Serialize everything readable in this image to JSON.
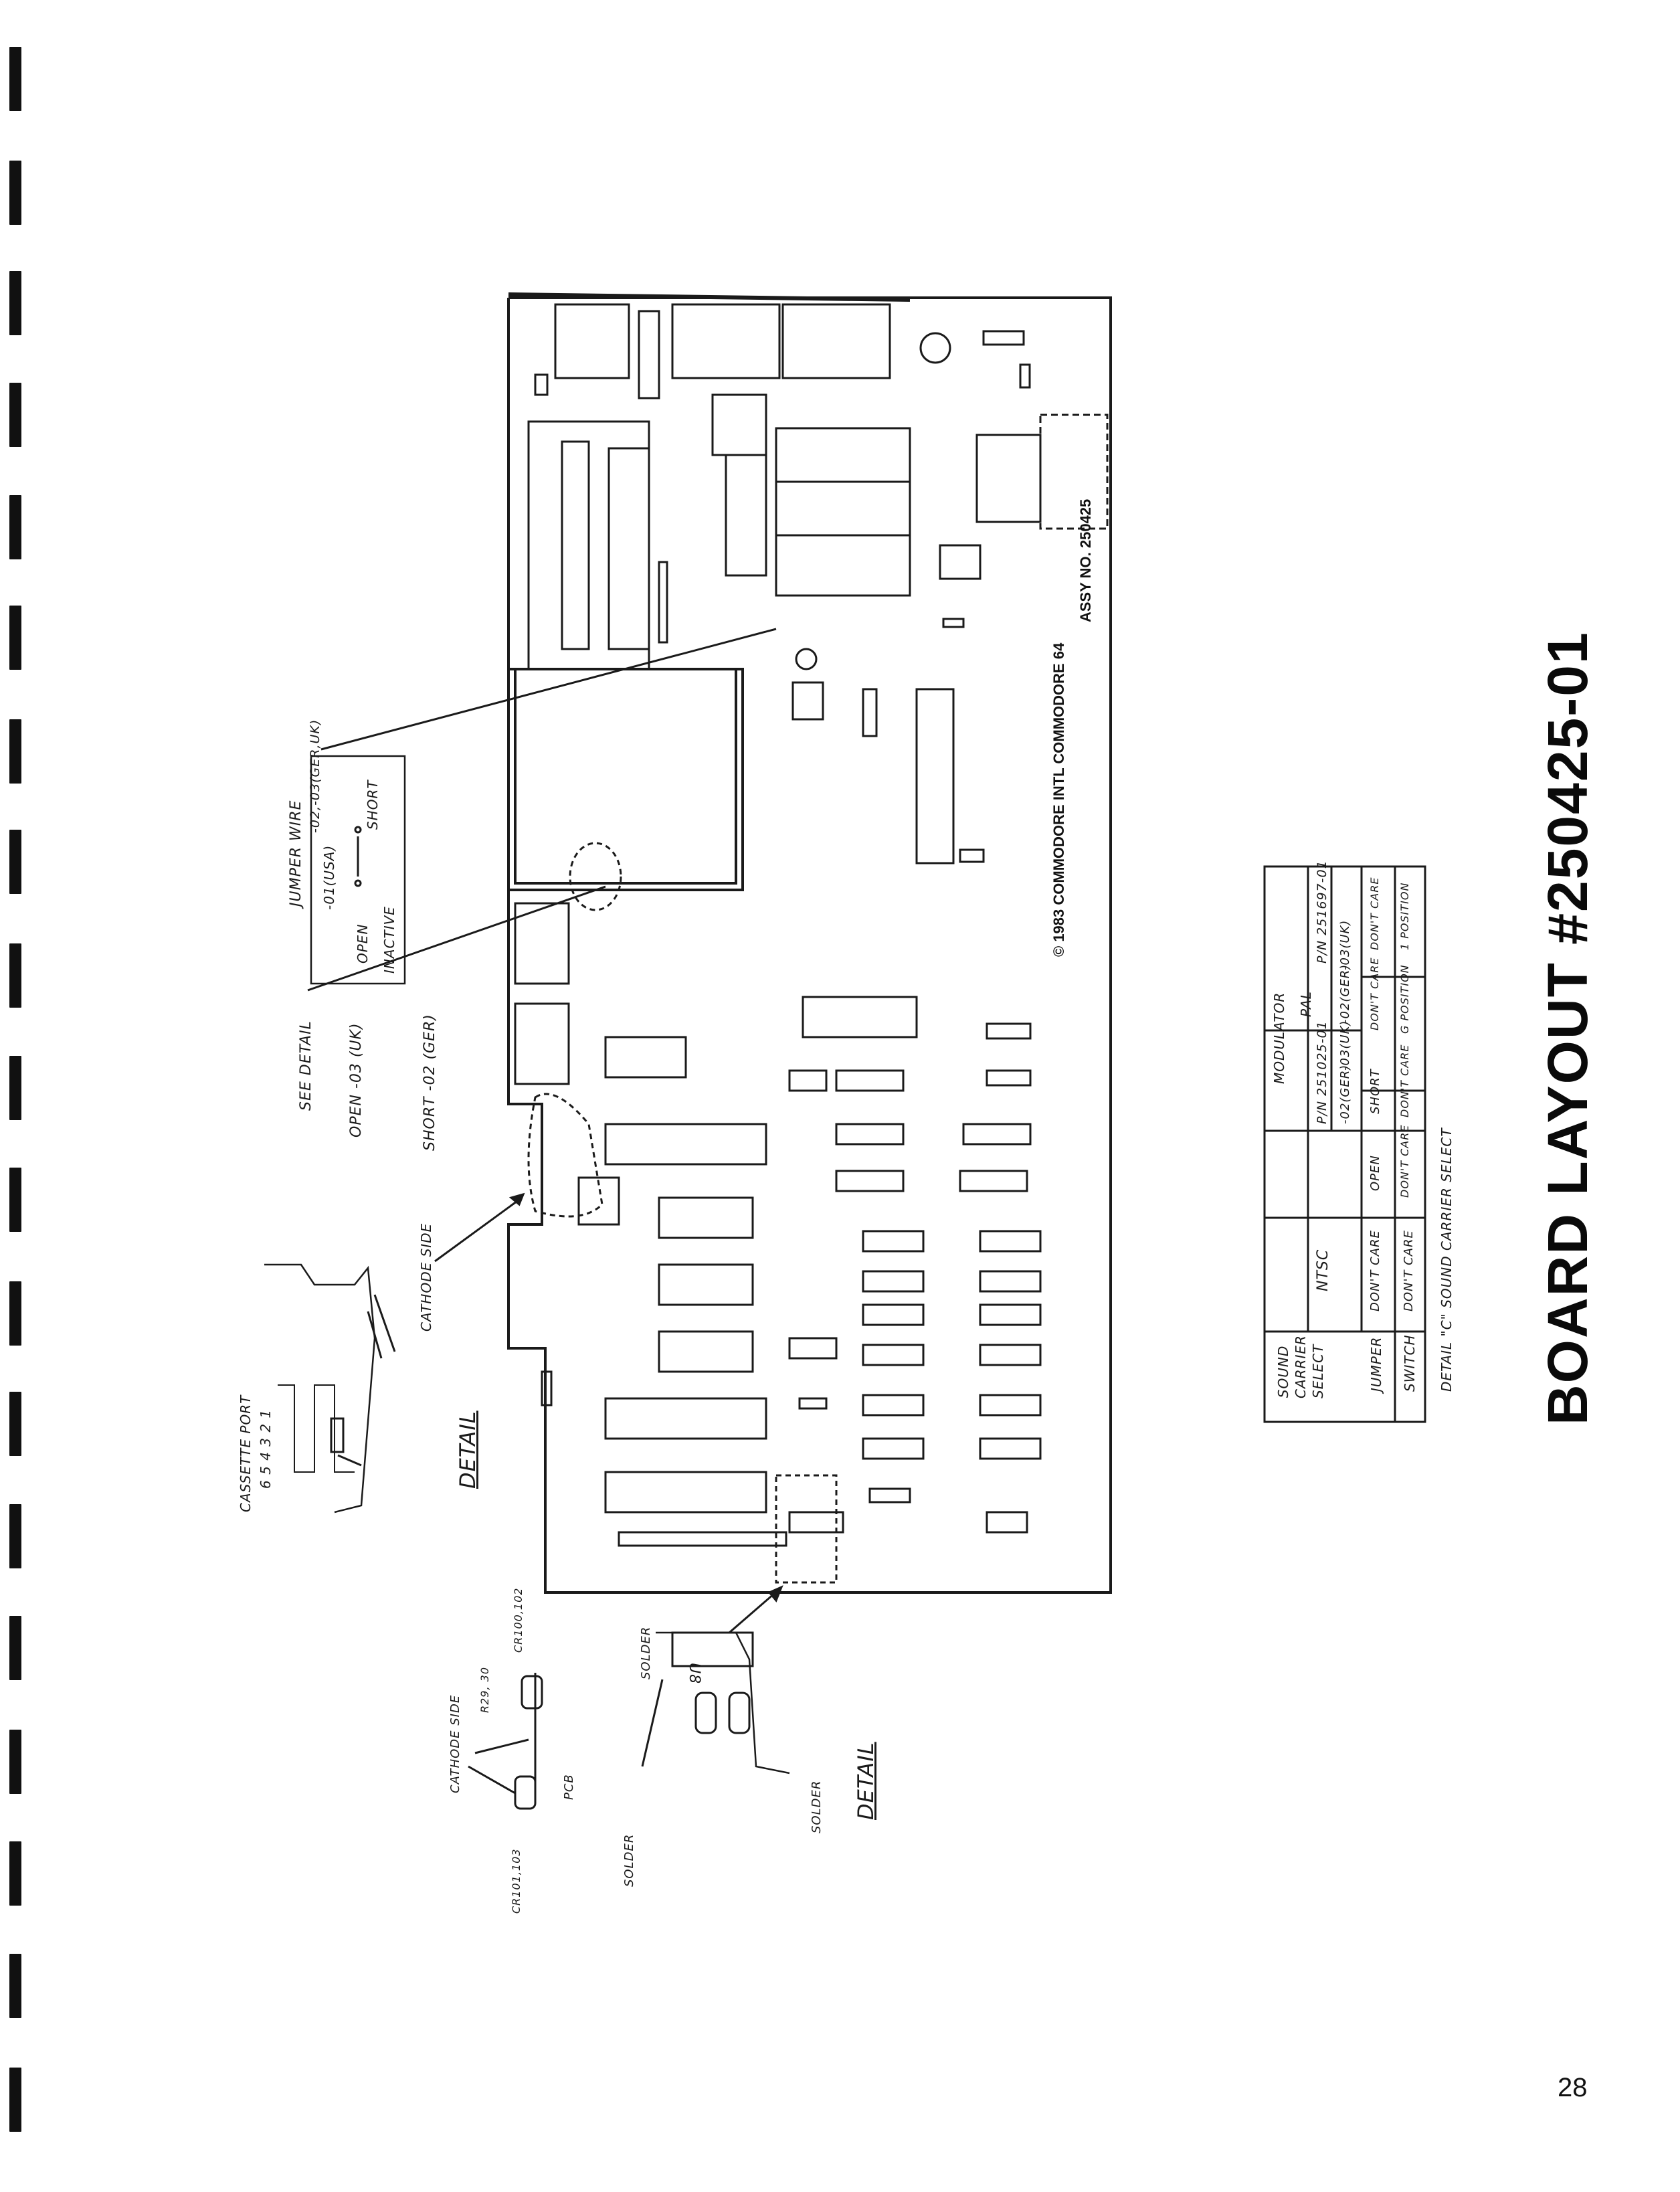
{
  "page": {
    "title": "BOARD LAYOUT #250425-01",
    "page_number": "28"
  },
  "board": {
    "copyright": "© 1983 COMMODORE INTL COMMODORE 64",
    "assembly": "ASSY NO. 250425"
  },
  "jumper_callout": {
    "title": "JUMPER WIRE",
    "col_usa": "-01(USA)",
    "col_ger_uk": "-02,-03(GER,UK)",
    "open": "OPEN",
    "inactive": "INACTIVE",
    "short": "SHORT"
  },
  "see_detail": {
    "title": "SEE DETAIL",
    "open": "OPEN -03 (UK)",
    "short": "SHORT -02 (GER)"
  },
  "cassette_detail": {
    "port_label": "CASSETTE PORT",
    "pins": "6 5 4 3 2 1",
    "cathode": "CATHODE SIDE",
    "detail": "DETAIL"
  },
  "lower_detail": {
    "solder": "SOLDER",
    "cathode": "CATHODE SIDE",
    "r29_30": "R29, 30",
    "cr100_102": "CR100,102",
    "cr101_103": "CR101,103",
    "pcb": "PCB",
    "u8": "U8",
    "detail": "DETAIL"
  },
  "table": {
    "h_sound": "SOUND CARRIER SELECT",
    "h_modulator": "MODULATOR",
    "h_ntsc": "NTSC",
    "h_pal": "PAL",
    "pn1": "P/N 251025-01",
    "pn2": "P/N 251697-01",
    "sub1": "-02(GER)",
    "sub2": "-03(UK)",
    "sub3": "-02(GER)",
    "sub4": "-03(UK)",
    "row_jumper": "JUMPER",
    "row_switch": "SWITCH",
    "dont_care": "DON'T CARE",
    "open": "OPEN",
    "short": "SHORT",
    "dont_care_short": "DON'T CARE",
    "g_position": "G POSITION",
    "one_position": "1 POSITION",
    "caption": "DETAIL \"C\" SOUND CARRIER SELECT"
  }
}
